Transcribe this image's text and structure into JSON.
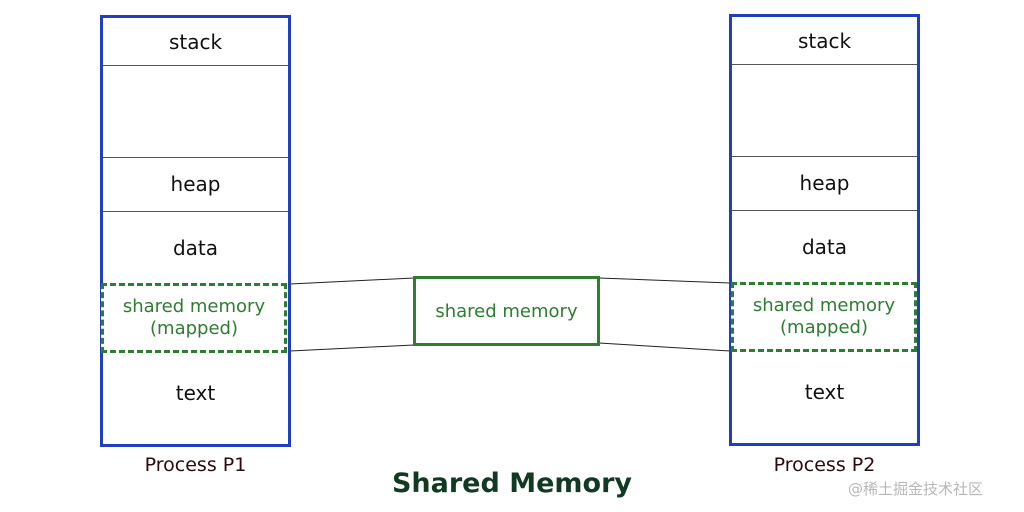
{
  "processes": [
    {
      "label": "Process P1",
      "segments": {
        "stack": "stack",
        "heap": "heap",
        "data": "data",
        "shared_line1": "shared memory",
        "shared_line2": "(mapped)",
        "text": "text"
      }
    },
    {
      "label": "Process P2",
      "segments": {
        "stack": "stack",
        "heap": "heap",
        "data": "data",
        "shared_line1": "shared memory",
        "shared_line2": "(mapped)",
        "text": "text"
      }
    }
  ],
  "shared_memory_box": "shared memory",
  "title": "Shared Memory",
  "watermark": "@稀土掘金技术社区",
  "colors": {
    "process_border": "#1f3fbf",
    "shared_green": "#2e7d32",
    "title": "#123a22"
  }
}
